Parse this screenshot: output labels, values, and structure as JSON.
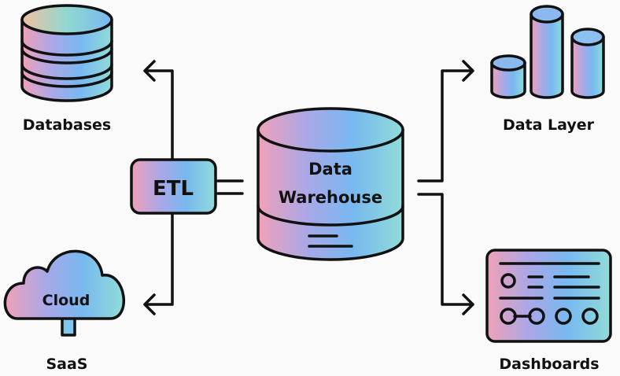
{
  "nodes": {
    "databases": {
      "label": "Databases",
      "icon": "database-icon"
    },
    "saas": {
      "label": "SaaS",
      "inner_label": "Cloud",
      "icon": "cloud-icon"
    },
    "etl": {
      "label": "ETL"
    },
    "warehouse": {
      "label_line1": "Data",
      "label_line2": "Warehouse",
      "icon": "cylinder-icon"
    },
    "data_layer": {
      "label": "Data Layer",
      "icon": "cylinders-icon"
    },
    "dashboards": {
      "label": "Dashboards",
      "icon": "dashboard-icon"
    }
  },
  "colors": {
    "gradient": [
      "#f0a0b8",
      "#a8a8e8",
      "#78b8f0",
      "#80d8e0",
      "#a8e0c0"
    ],
    "stroke": "#111111",
    "background": "#fafafa"
  }
}
